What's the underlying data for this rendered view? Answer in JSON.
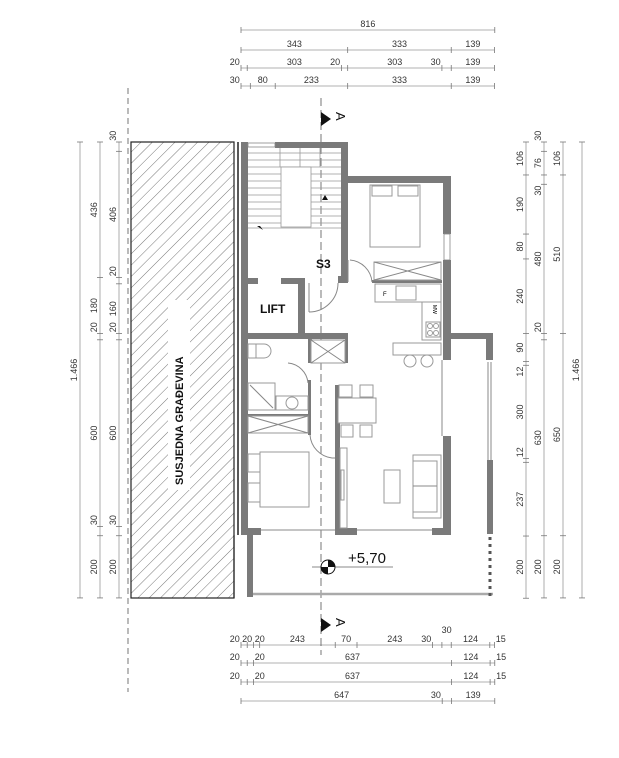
{
  "dimensions": {
    "top": [
      {
        "total_label": true,
        "segments": [
          816
        ]
      },
      {
        "segments": [
          343,
          333,
          139
        ]
      },
      {
        "segments": [
          20,
          303,
          20,
          303,
          30,
          139
        ]
      },
      {
        "segments": [
          30,
          80,
          233,
          333,
          139
        ]
      }
    ],
    "bottom": [
      {
        "segments": [
          20,
          20,
          20,
          243,
          70,
          243,
          30,
          30,
          124,
          15
        ]
      },
      {
        "segments": [
          20,
          20,
          637,
          124,
          15
        ]
      },
      {
        "segments": [
          20,
          20,
          637,
          124,
          15
        ]
      },
      {
        "segments": [
          647,
          30,
          139
        ]
      }
    ],
    "left": [
      {
        "segments": [
          1466
        ],
        "labels": [
          "1.466"
        ]
      },
      {
        "segments": [
          436,
          180,
          20,
          600,
          30,
          200
        ]
      },
      {
        "segments": [
          30,
          406,
          20,
          160,
          20,
          600,
          30,
          200
        ]
      }
    ],
    "right": [
      {
        "segments": [
          106,
          190,
          80,
          240,
          90,
          12,
          300,
          12,
          237,
          200
        ]
      },
      {
        "segments": [
          30,
          76,
          30,
          480,
          20,
          630,
          200
        ]
      },
      {
        "segments": [
          106,
          510,
          650,
          200
        ]
      },
      {
        "segments": [
          1466
        ],
        "labels": [
          "1.466"
        ]
      }
    ]
  },
  "rooms": {
    "stair": "S3",
    "lift": "LIFT",
    "neighbor": "SUSJEDNA GRAĐEVINA",
    "fridge": "F",
    "microwave": "MW"
  },
  "section": {
    "top_label": "A",
    "bottom_label": "A"
  },
  "elevation": "+5,70",
  "colors": {
    "wall": "#7a7a7a",
    "line": "#999999"
  }
}
